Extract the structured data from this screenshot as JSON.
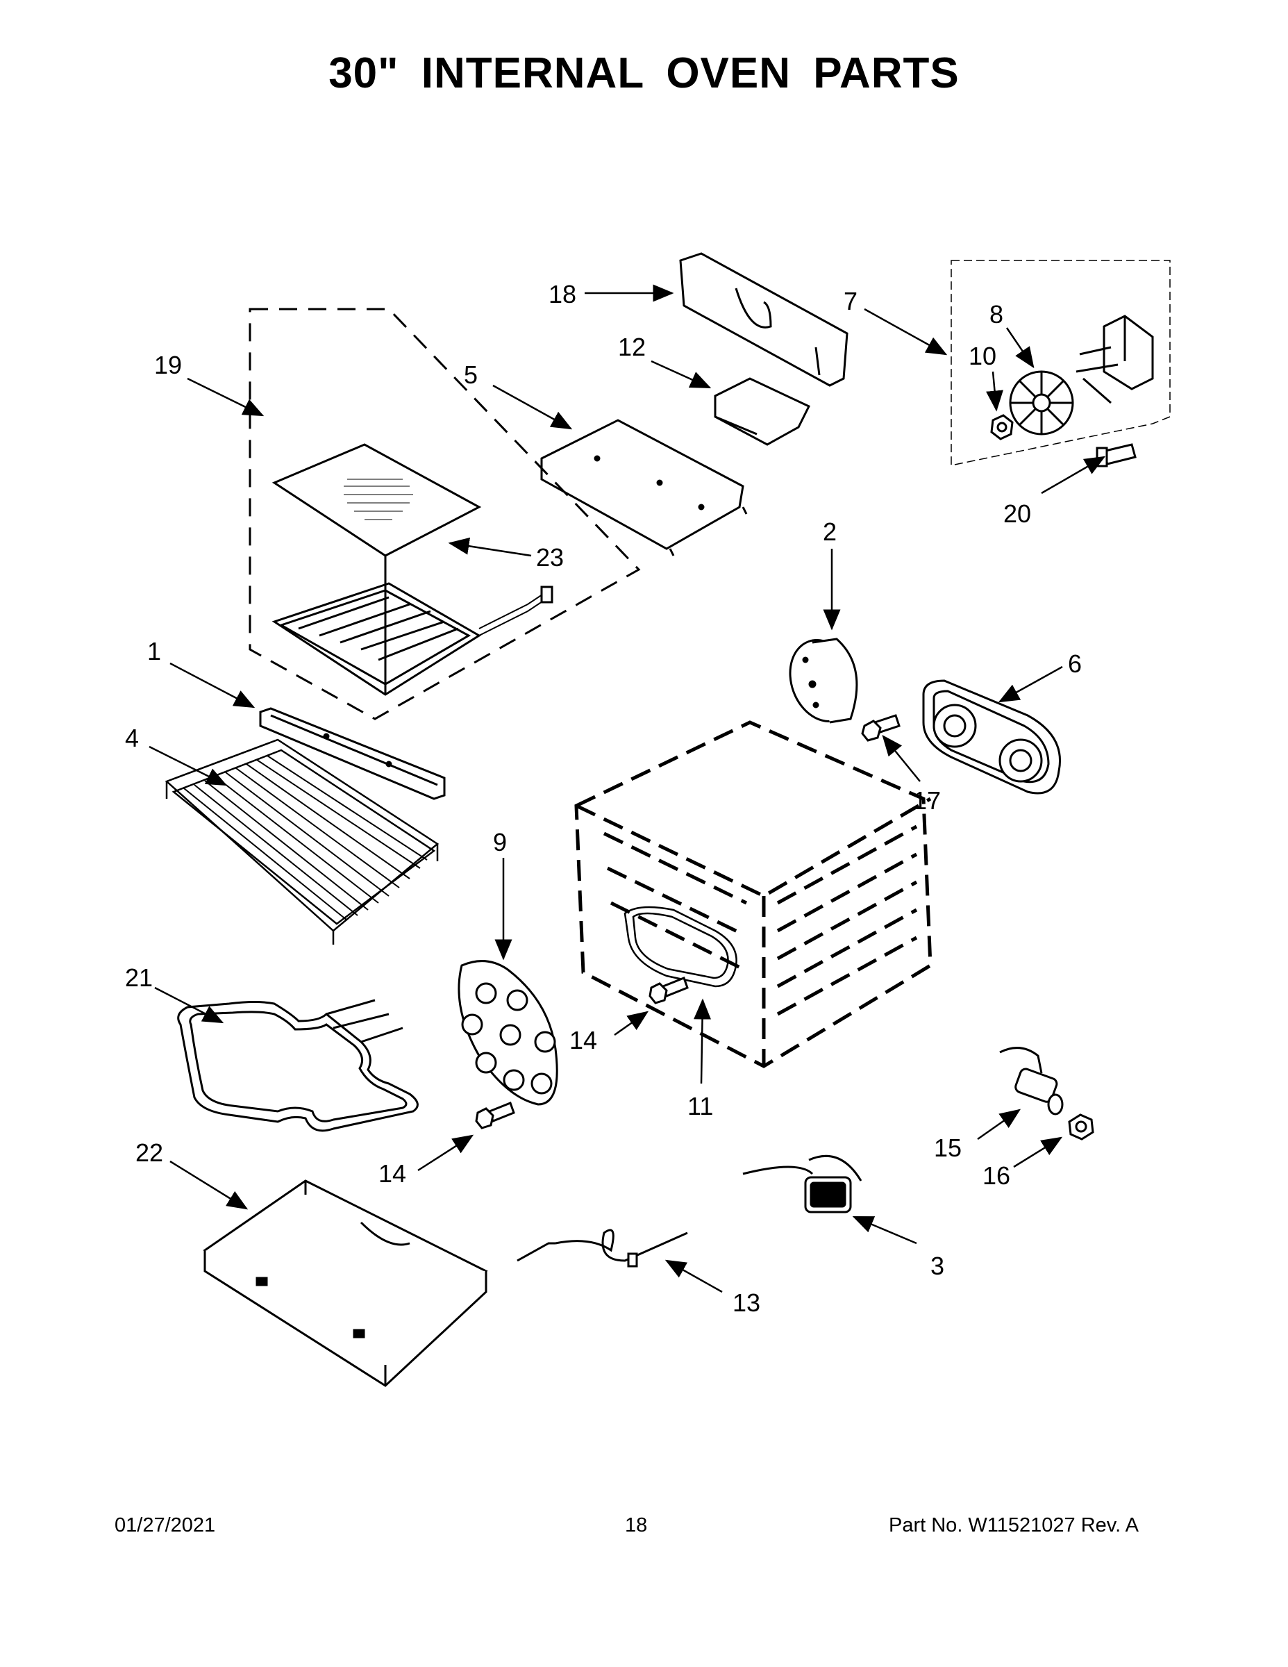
{
  "title": "30\" INTERNAL OVEN PARTS",
  "callouts": {
    "c1": "1",
    "c2": "2",
    "c3": "3",
    "c4": "4",
    "c5": "5",
    "c6": "6",
    "c7": "7",
    "c8": "8",
    "c9": "9",
    "c10": "10",
    "c11": "11",
    "c12": "12",
    "c13": "13",
    "c14a": "14",
    "c14b": "14",
    "c15": "15",
    "c16": "16",
    "c17": "17",
    "c18": "18",
    "c19": "19",
    "c20": "20",
    "c21": "21",
    "c22": "22",
    "c23": "23"
  },
  "footer": {
    "date": "01/27/2021",
    "page": "18",
    "part_number": "Part No.  W11521027  Rev.  A"
  }
}
